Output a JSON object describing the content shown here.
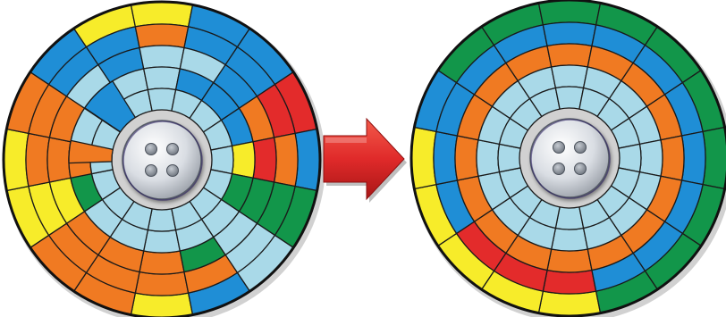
{
  "diagram": {
    "description_free": true,
    "palette": {
      "L": "#a9d9e8",
      "G": "#12964a",
      "B": "#1f8ed6",
      "O": "#f07a22",
      "R": "#e32b2b",
      "Y": "#f7ec2a"
    },
    "disks": [
      {
        "name": "fragmented-disk",
        "rings": [
          [
            "Y",
            "O",
            "O",
            "Y",
            "Y",
            "O",
            "B",
            "Y",
            "Y",
            "B",
            "B",
            "R",
            "B",
            "G",
            "L",
            "B"
          ],
          [
            "O",
            "O",
            "O",
            "Y",
            "O",
            "O",
            "B",
            "B",
            "O",
            "B",
            "B",
            "R",
            "O",
            "G",
            "L",
            "O"
          ],
          [
            "O",
            "O",
            "O",
            "Y",
            "O",
            "O",
            "L",
            "B",
            "L",
            "L",
            "B",
            "O",
            "R",
            "G",
            "L",
            "G"
          ],
          [
            "L",
            "L",
            "L",
            "G",
            "O",
            "L",
            "L",
            "L",
            "L",
            "B",
            "B",
            "B",
            "Y",
            "G",
            "L",
            "L"
          ],
          [
            "L",
            "L",
            "L",
            "L",
            "L",
            "L",
            "L",
            "L",
            "L",
            "L",
            "L",
            "L",
            "L",
            "L",
            "L",
            "L"
          ]
        ],
        "extra_wedges": [
          {
            "name": "orange-wedge-left",
            "color": "O"
          },
          {
            "name": "blue-wedge-upper-left",
            "color": "B"
          }
        ]
      },
      {
        "name": "defragmented-disk",
        "rings": [
          [
            "Y",
            "Y",
            "Y",
            "Y",
            "Y",
            "B",
            "G",
            "G",
            "G",
            "G",
            "G",
            "G",
            "G",
            "G",
            "G",
            "G"
          ],
          [
            "R",
            "R",
            "R",
            "B",
            "B",
            "B",
            "B",
            "B",
            "B",
            "B",
            "B",
            "B",
            "B",
            "B",
            "B",
            "B"
          ],
          [
            "O",
            "O",
            "O",
            "O",
            "O",
            "O",
            "O",
            "O",
            "O",
            "O",
            "O",
            "O",
            "O",
            "O",
            "O",
            "O"
          ],
          [
            "L",
            "L",
            "L",
            "L",
            "L",
            "L",
            "L",
            "L",
            "L",
            "L",
            "L",
            "L",
            "L",
            "L",
            "L",
            "L"
          ],
          [
            "L",
            "L",
            "L",
            "L",
            "L",
            "L",
            "L",
            "L",
            "L",
            "L",
            "L",
            "L",
            "L",
            "L",
            "L",
            "L"
          ]
        ],
        "extra_wedges": []
      }
    ],
    "arrow": {
      "color": "#e02a2a",
      "direction": "right"
    },
    "spindle": {
      "holes": 4
    }
  }
}
